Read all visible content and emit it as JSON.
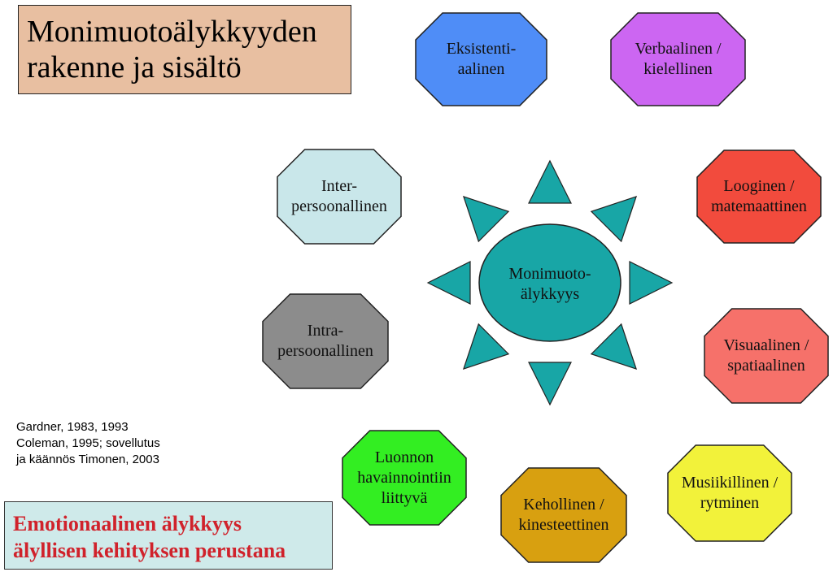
{
  "title": {
    "line1": "Monimuotoälykkyyden",
    "line2": "rakenne ja sisältö"
  },
  "center": {
    "line1": "Monimuoto-",
    "line2": "älykkyys",
    "color": "#18a6a6"
  },
  "nodes": [
    {
      "id": "eksistentiaalinen",
      "line1": "Eksistenti-",
      "line2": "aalinen",
      "color": "#4f8df7"
    },
    {
      "id": "verbaalinen",
      "line1": "Verbaalinen /",
      "line2": "kielellinen",
      "color": "#cc66f2"
    },
    {
      "id": "looginen",
      "line1": "Looginen /",
      "line2": "matemaattinen",
      "color": "#f24b3d"
    },
    {
      "id": "visuaalinen",
      "line1": "Visuaalinen /",
      "line2": "spatiaalinen",
      "color": "#f6716a"
    },
    {
      "id": "musiikillinen",
      "line1": "Musiikillinen /",
      "line2": "rytminen",
      "color": "#f2f23a"
    },
    {
      "id": "kehollinen",
      "line1": "Kehollinen /",
      "line2": "kinesteettinen",
      "color": "#d8a010"
    },
    {
      "id": "luonnon",
      "line1": "Luonnon",
      "line2": "havainnointiin",
      "line3": "liittyvä",
      "color": "#33ee22"
    },
    {
      "id": "intrapersoonallinen",
      "line1": "Intra-",
      "line2": "persoonallinen",
      "color": "#8c8c8c"
    },
    {
      "id": "interpersoonallinen",
      "line1": "Inter-",
      "line2": "persoonallinen",
      "color": "#c9e7ea"
    }
  ],
  "credits": {
    "line1": "Gardner, 1983, 1993",
    "line2": "Coleman, 1995; sovellutus",
    "line3": "ja käännös Timonen, 2003"
  },
  "emotional": {
    "line1": "Emotionaalinen älykkyys",
    "line2": "älyllisen kehityksen perustana",
    "color": "#d0222b"
  }
}
